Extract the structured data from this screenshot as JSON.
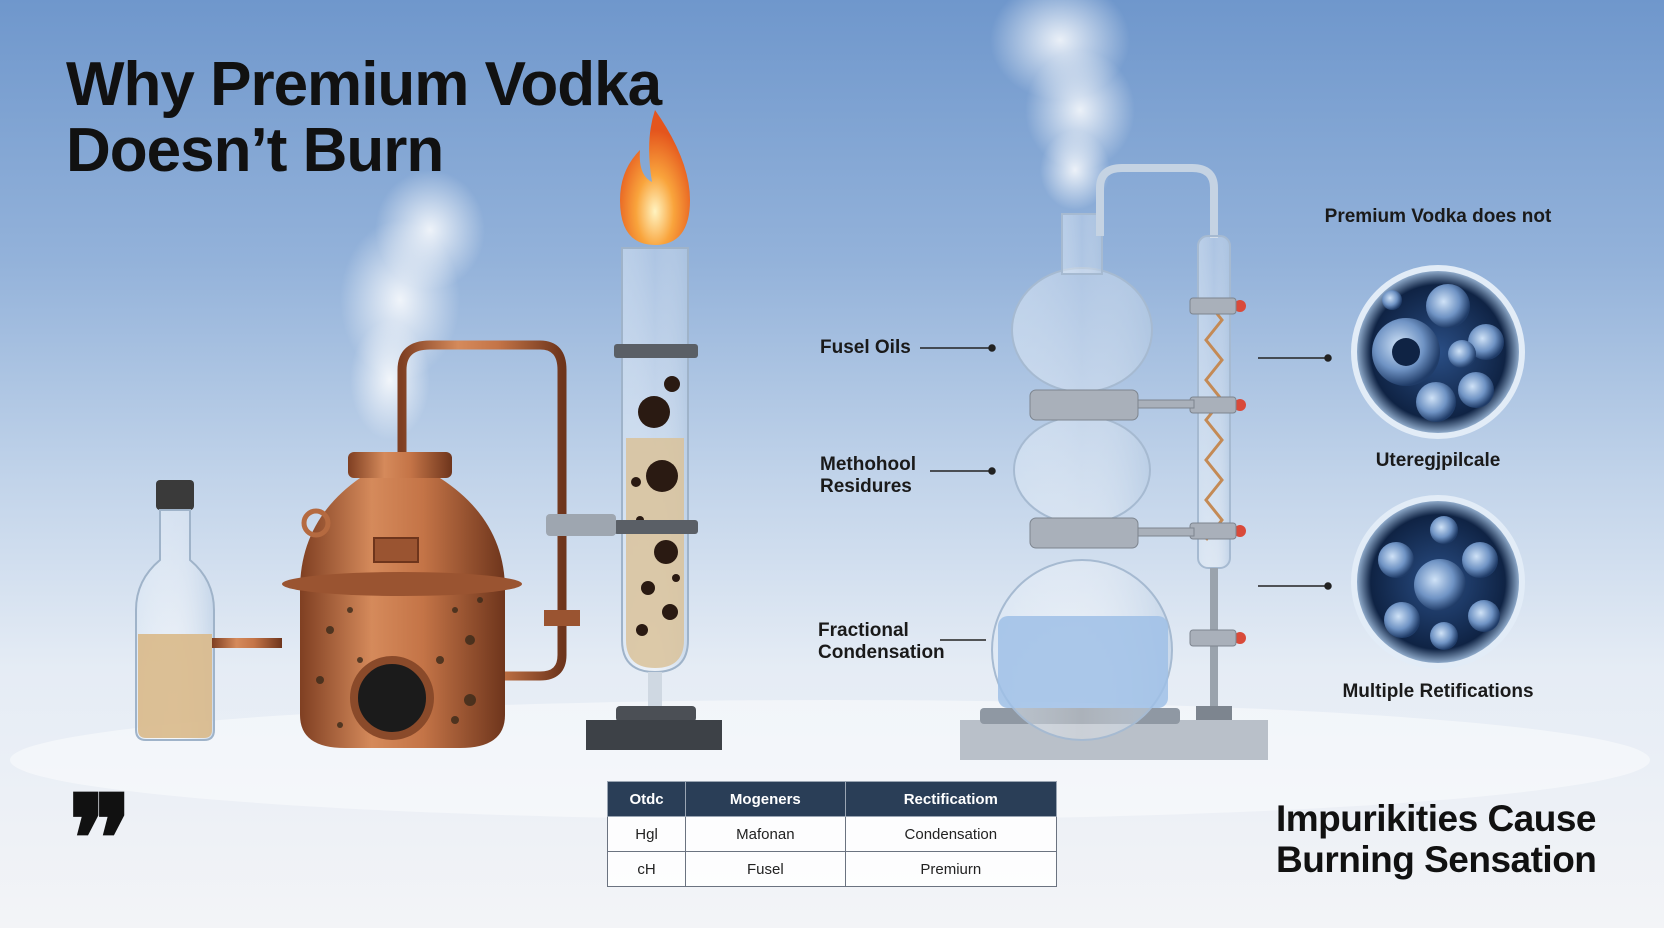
{
  "title": {
    "line1": "Why Premium Vodka",
    "line2": "Doesn’t Burn"
  },
  "labels": {
    "fusel_oils": "Fusel Oils",
    "methanol_line1": "Methohool",
    "methanol_line2": "Residures",
    "fractional_line1": "Fractional",
    "fractional_line2": "Condensation",
    "premium_does_not": "Premium Vodka does not",
    "micro_caption_1": "Uteregjpilcale",
    "micro_caption_2": "Multiple Retifications"
  },
  "quote_mark": "❞",
  "bottom_right": {
    "line1": "Impurikities Cause",
    "line2": "Burning Sensation"
  },
  "table": {
    "headers": [
      "Otdc",
      "Mogeners",
      "Rectificatiom"
    ],
    "rows": [
      [
        "Hgl",
        "Mafonan",
        "Condensation"
      ],
      [
        "cH",
        "Fusel",
        "Premiurn"
      ]
    ]
  },
  "colors": {
    "copper": "#b8683e",
    "header_navy": "#2a3e57",
    "liquid_amber": "#d9b98a",
    "flame": "#f07a2a",
    "cell_blue": "#1e3a66"
  }
}
